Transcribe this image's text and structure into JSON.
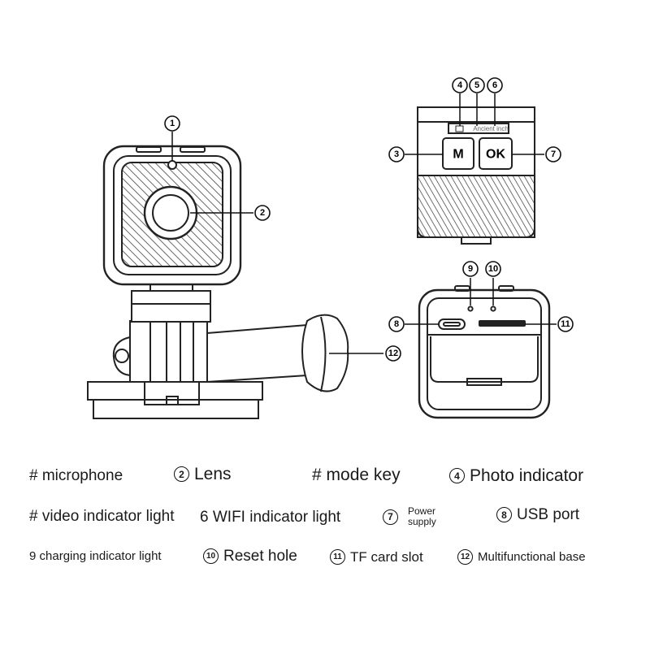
{
  "callouts": {
    "c1": "1",
    "c2": "2",
    "c3": "3",
    "c4": "4",
    "c5": "5",
    "c6": "6",
    "c7": "7",
    "c8": "8",
    "c9": "9",
    "c10": "10",
    "c11": "11",
    "c12": "12"
  },
  "device": {
    "button_m": "M",
    "button_ok": "OK",
    "top_strip_text": "Ancient inch"
  },
  "legend": {
    "row1": [
      {
        "prefix": "#",
        "text": "microphone"
      },
      {
        "num": "2",
        "text": "Lens"
      },
      {
        "prefix": "#",
        "text": "mode key"
      },
      {
        "num": "4",
        "text": "Photo indicator"
      }
    ],
    "row2": [
      {
        "prefix": "#",
        "text": "video indicator light"
      },
      {
        "prefix": "6",
        "text": "WIFI indicator light"
      },
      {
        "num": "7",
        "line1": "Power",
        "line2": "supply"
      },
      {
        "num": "8",
        "text": "USB port"
      }
    ],
    "row3": [
      {
        "prefix": "9",
        "text": "charging indicator light"
      },
      {
        "num": "10",
        "text": "Reset hole"
      },
      {
        "num": "11",
        "text": "TF card slot"
      },
      {
        "num": "12",
        "text": "Multifunctional base"
      }
    ]
  },
  "colors": {
    "line": "#222222",
    "device_fill": "#ffffff",
    "grill": "#333333"
  }
}
